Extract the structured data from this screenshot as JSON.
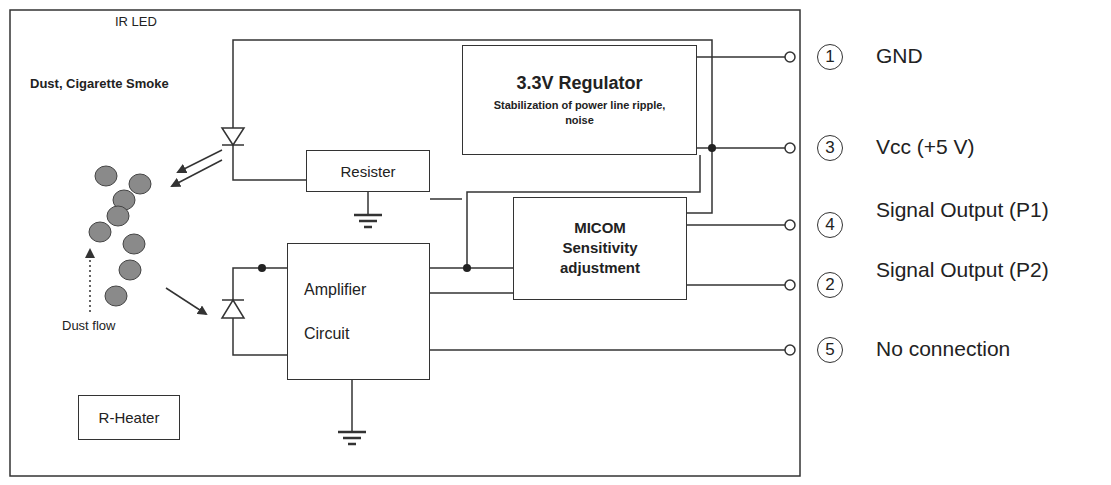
{
  "diagram": {
    "nodes": [
      {
        "text": [
          "3.3V Regulator",
          "Stabilization of power line ripple, noise"
        ]
      },
      {
        "text": [
          "Resister"
        ]
      },
      {
        "text": [
          "MICOM",
          "Sensitivity adjustment"
        ]
      },
      {
        "text": [
          "Amplifier Circuit"
        ]
      },
      {
        "text": [
          "R-Heater"
        ]
      }
    ],
    "edges": [
      {
        "from": 0,
        "to": 3,
        "arrow": "none"
      },
      {
        "from": 3,
        "to": 2,
        "arrow": "none"
      },
      {
        "from": 3,
        "to": 2,
        "arrow": "none"
      }
    ],
    "labels": [
      "IR LED",
      "Dust, Cigarette Smoke",
      "Dust flow",
      "1",
      "GND",
      "3",
      "Vcc (+5 V)",
      "4",
      "Signal Output (P1)",
      "2",
      "Signal Output (P2)",
      "5",
      "No connection"
    ]
  }
}
